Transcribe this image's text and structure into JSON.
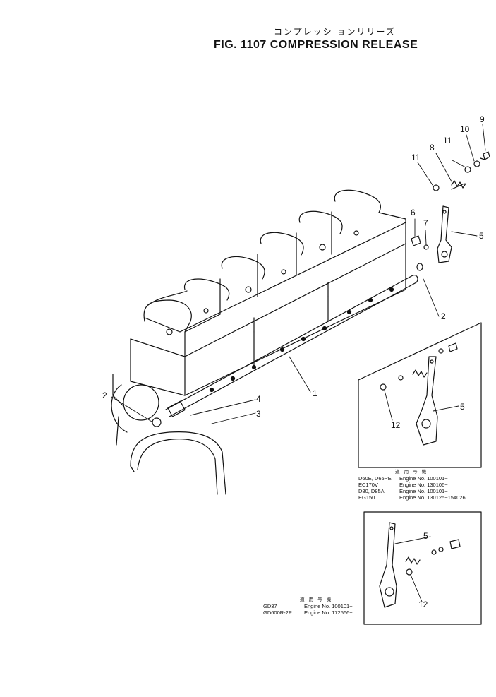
{
  "header": {
    "japanese_title": "コンプレッシ ョンリリーズ",
    "figure_title": "FIG. 1107 COMPRESSION RELEASE"
  },
  "callouts": {
    "p1": "1",
    "p2a": "2",
    "p2b": "2",
    "p3": "3",
    "p4": "4",
    "p5a": "5",
    "p5b": "5",
    "p5c": "5",
    "p6": "6",
    "p7": "7",
    "p8": "8",
    "p9": "9",
    "p10": "10",
    "p11a": "11",
    "p11b": "11",
    "p12a": "12",
    "p12b": "12"
  },
  "table1": {
    "header": "適 用 号 機",
    "rows": [
      {
        "model": "D60E, D65PE",
        "engine": "Engine No. 100101~"
      },
      {
        "model": "EC170V",
        "engine": "Engine No. 130106~"
      },
      {
        "model": "D80, D85A",
        "engine": "Engine No. 100101~"
      },
      {
        "model": "EG150",
        "engine": "Engine No. 130125~154026"
      }
    ]
  },
  "table2": {
    "header": "適 用 号 機",
    "rows": [
      {
        "model": "GD37",
        "engine": "Engine No. 100101~"
      },
      {
        "model": "GD600R-2P",
        "engine": "Engine No. 172566~"
      }
    ]
  }
}
